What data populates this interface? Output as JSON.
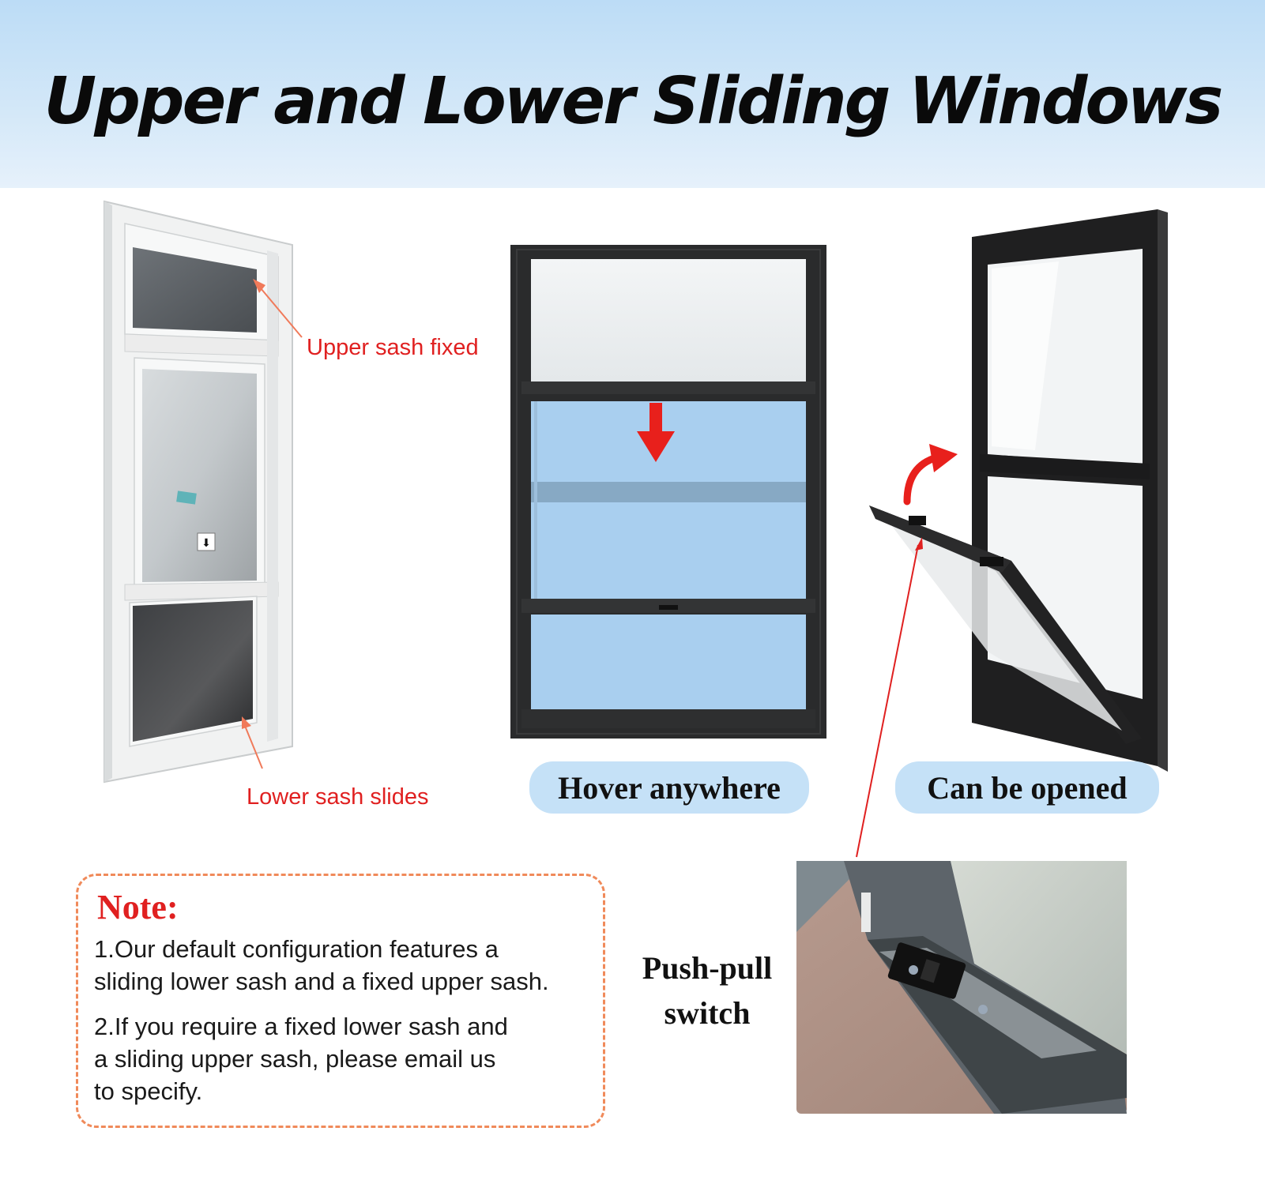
{
  "header": {
    "title": "Upper and Lower Sliding Windows"
  },
  "left_window": {
    "upper_label": "Upper sash fixed",
    "lower_label": "Lower sash slides"
  },
  "middle_window": {
    "caption": "Hover anywhere"
  },
  "right_window": {
    "caption": "Can be opened"
  },
  "switch": {
    "line1": "Push-pull",
    "line2": "switch"
  },
  "note": {
    "title": "Note:",
    "item1_line1": "1.Our default configuration features a",
    "item1_line2": "sliding lower sash and a fixed upper sash.",
    "item2_line1": "2.If you require a fixed lower sash and",
    "item2_line2": "a sliding upper sash, please email us",
    "item2_line3": "to specify."
  },
  "colors": {
    "accent_red": "#e02020",
    "note_border": "#f08a5a",
    "pill_blue": "#c5e1f7",
    "frame_dark": "#1e1e1e"
  }
}
